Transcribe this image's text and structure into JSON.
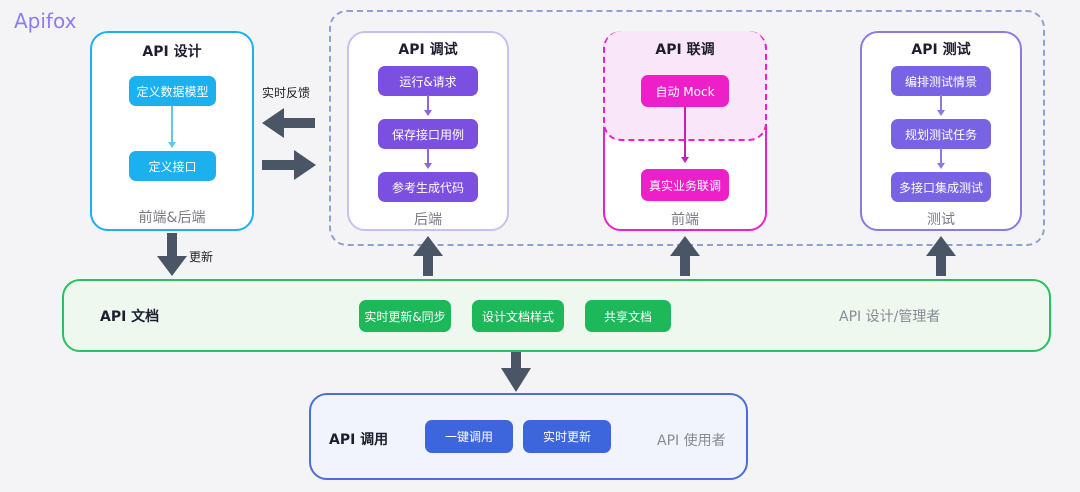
{
  "brand": "Apifox",
  "design": {
    "title": "API 设计",
    "steps": [
      "定义数据模型",
      "定义接口"
    ],
    "footer": "前端&后端"
  },
  "feedback_label": "实时反馈",
  "update_label": "更新",
  "debug": {
    "title": "API 调试",
    "steps": [
      "运行&请求",
      "保存接口用例",
      "参考生成代码"
    ],
    "footer": "后端"
  },
  "joint": {
    "title": "API 联调",
    "steps": [
      "自动 Mock",
      "真实业务联调"
    ],
    "footer": "前端"
  },
  "test": {
    "title": "API 测试",
    "steps": [
      "编排测试情景",
      "规划测试任务",
      "多接口集成测试"
    ],
    "footer": "测试"
  },
  "docs": {
    "title": "API 文档",
    "buttons": [
      "实时更新&同步",
      "设计文档样式",
      "共享文档"
    ],
    "role": "API 设计/管理者"
  },
  "call": {
    "title": "API 调用",
    "buttons": [
      "一键调用",
      "实时更新"
    ],
    "role": "API 使用者"
  },
  "colors": {
    "design": "#1cb0ef",
    "debug": "#c9c0f0",
    "joint": "#ec1fc9",
    "test": "#8a7be2",
    "docs": "#27c15f",
    "call": "#4a6fd8",
    "arrow": "#4a5666"
  }
}
